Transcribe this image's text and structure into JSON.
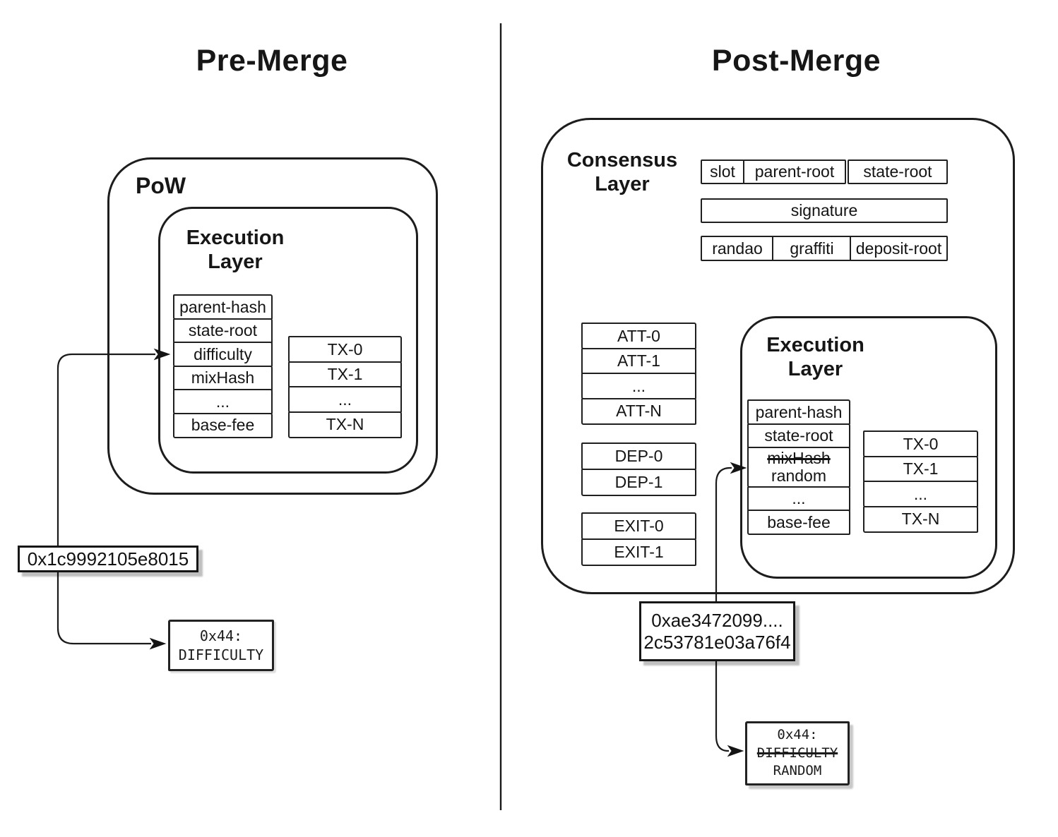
{
  "left": {
    "title": "Pre-Merge",
    "pow_label": "PoW",
    "execution_layer_label": "Execution Layer",
    "block_fields": [
      "parent-hash",
      "state-root",
      "difficulty",
      "mixHash",
      "...",
      "base-fee"
    ],
    "transactions": [
      "TX-0",
      "TX-1",
      "...",
      "TX-N"
    ],
    "difficulty_value": "0x1c9992105e8015",
    "storage_slot": [
      "0x44:",
      "DIFFICULTY"
    ]
  },
  "right": {
    "title": "Post-Merge",
    "consensus_layer_label": "Consensus Layer",
    "beacon_header_fields": [
      "slot",
      "parent-root",
      "state-root"
    ],
    "signature_label": "signature",
    "beacon_body_fields": [
      "randao",
      "graffiti",
      "deposit-root"
    ],
    "attestations": [
      "ATT-0",
      "ATT-1",
      "...",
      "ATT-N"
    ],
    "deposits": [
      "DEP-0",
      "DEP-1"
    ],
    "exits": [
      "EXIT-0",
      "EXIT-1"
    ],
    "execution_layer_label": "Execution Layer",
    "block_fields_head": [
      "parent-hash",
      "state-root"
    ],
    "mixhash_struck_label": "mixHash",
    "random_label": "random",
    "block_fields_tail": [
      "...",
      "base-fee"
    ],
    "transactions": [
      "TX-0",
      "TX-1",
      "...",
      "TX-N"
    ],
    "random_value_line1": "0xae3472099....",
    "random_value_line2": "2c53781e03a76f4",
    "storage_slot": [
      "0x44:",
      "DIFFICULTY",
      "RANDOM"
    ]
  },
  "colors": {
    "ink": "#1d1d1d",
    "background": "#ffffff",
    "shadow_gray": "rgba(0,0,0,0.25)"
  }
}
